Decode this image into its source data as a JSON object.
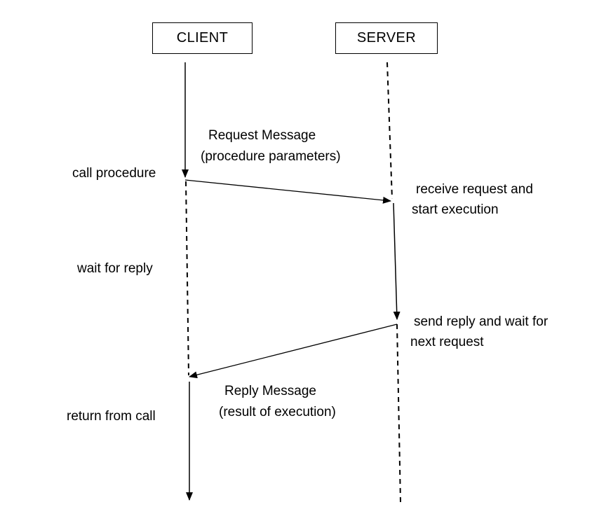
{
  "diagram": {
    "title": "rpc-client-server-sequence",
    "actors": [
      {
        "id": "client",
        "label": "CLIENT"
      },
      {
        "id": "server",
        "label": "SERVER"
      }
    ],
    "messages": [
      {
        "id": "request",
        "line1": "Request Message",
        "line2": "(procedure parameters)",
        "from": "client",
        "to": "server"
      },
      {
        "id": "reply",
        "line1": "Reply Message",
        "line2": "(result of execution)",
        "from": "server",
        "to": "client"
      }
    ],
    "client_annotations": [
      {
        "id": "call-procedure",
        "text": "call procedure"
      },
      {
        "id": "wait-for-reply",
        "text": "wait for reply"
      },
      {
        "id": "return-from-call",
        "text": "return from call"
      }
    ],
    "server_annotations": [
      {
        "id": "receive-request",
        "line1": "receive request and",
        "line2": "start execution"
      },
      {
        "id": "send-reply",
        "line1": "send reply and wait for",
        "line2": "next request"
      }
    ],
    "colors": {
      "line": "#000000",
      "text": "#000000",
      "background": "#ffffff"
    }
  }
}
